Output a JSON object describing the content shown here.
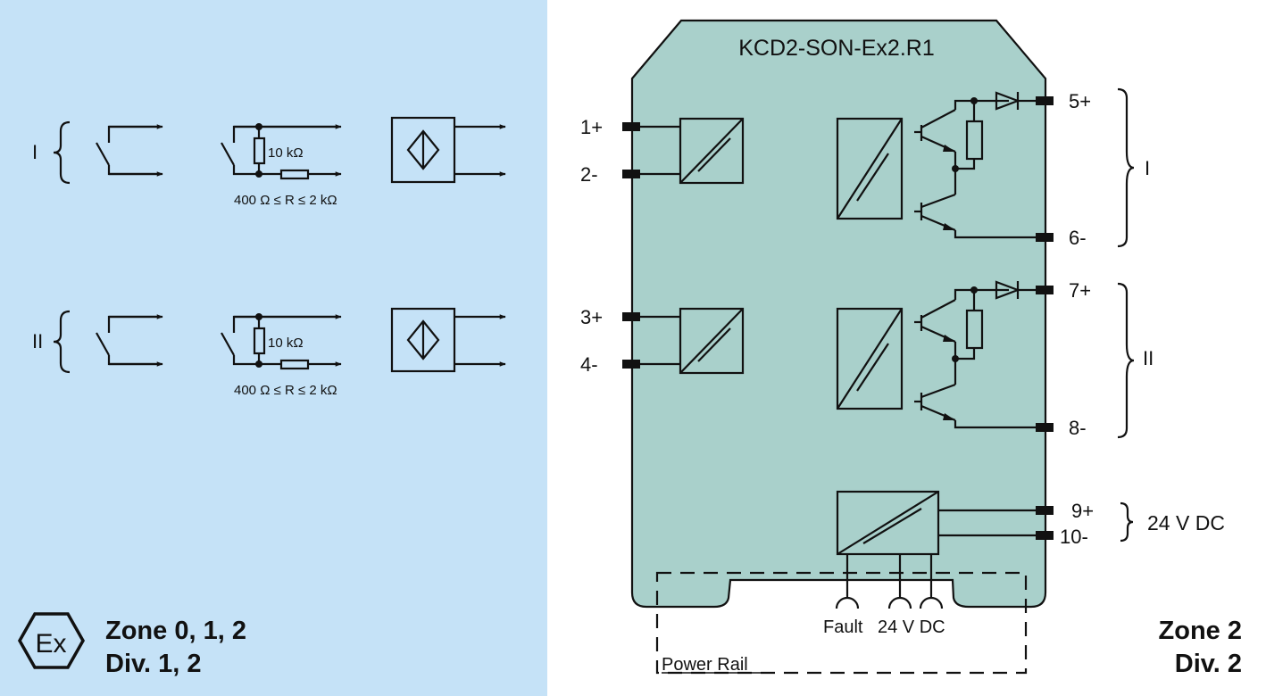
{
  "device": {
    "model": "KCD2-SON-Ex2.R1"
  },
  "hazardous_area": {
    "background_color": "#c5e2f7",
    "zone_text": "Zone 0, 1, 2",
    "div_text": "Div. 1, 2",
    "ex_symbol": "Ex",
    "channels": [
      {
        "label": "I",
        "resistor_parallel": "10 kΩ",
        "resistor_series_range": "400 Ω ≤ R ≤ 2 kΩ"
      },
      {
        "label": "II",
        "resistor_parallel": "10 kΩ",
        "resistor_series_range": "400 Ω ≤ R ≤ 2 kΩ"
      }
    ]
  },
  "safe_area": {
    "zone_text": "Zone 2",
    "div_text": "Div. 2",
    "housing_color": "#a9d0cb",
    "terminals_left": [
      "1+",
      "2-",
      "3+",
      "4-"
    ],
    "terminals_right": [
      "5+",
      "6-",
      "7+",
      "8-",
      "9+",
      "10-"
    ],
    "group_labels": {
      "output_1": "I",
      "output_2": "II",
      "supply": "24 V DC"
    },
    "bottom_labels": {
      "fault": "Fault",
      "supply": "24 V DC",
      "power_rail": "Power Rail"
    }
  }
}
